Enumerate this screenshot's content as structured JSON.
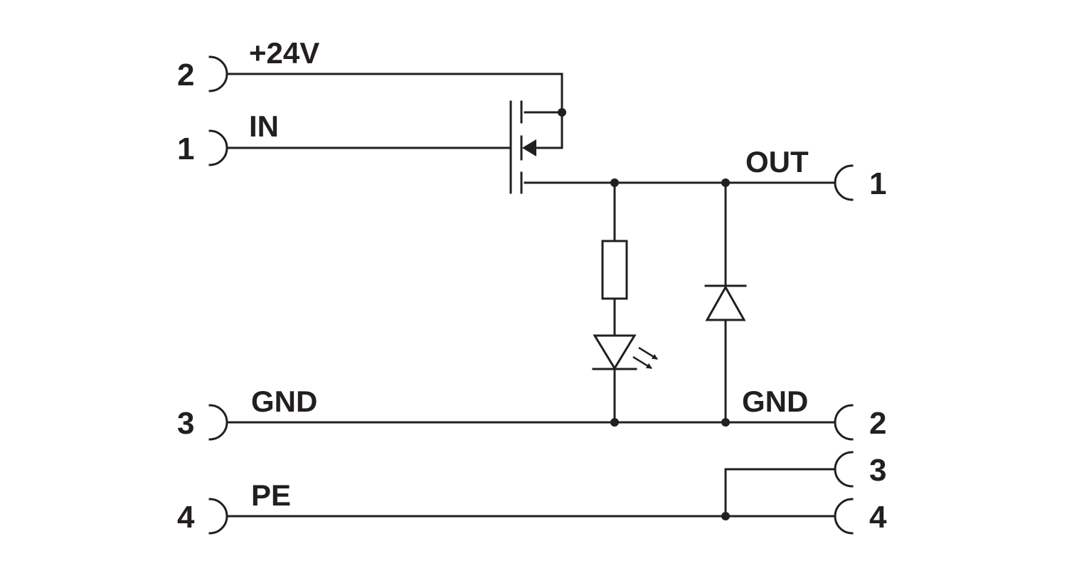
{
  "left_connector": {
    "pins": [
      {
        "number": "2",
        "net": "+24V"
      },
      {
        "number": "1",
        "net": "IN"
      },
      {
        "number": "3",
        "net": "GND"
      },
      {
        "number": "4",
        "net": "PE"
      }
    ]
  },
  "right_connector": {
    "pins": [
      {
        "number": "1",
        "net": "OUT"
      },
      {
        "number": "2",
        "net": "GND"
      },
      {
        "number": "3",
        "net": ""
      },
      {
        "number": "4",
        "net": ""
      }
    ]
  },
  "components": {
    "transistor": "p-channel-mosfet-icon",
    "resistor": "resistor-icon",
    "led": "led-icon",
    "diode": "diode-icon"
  },
  "colors": {
    "ink": "#231f20",
    "background": "#ffffff"
  }
}
